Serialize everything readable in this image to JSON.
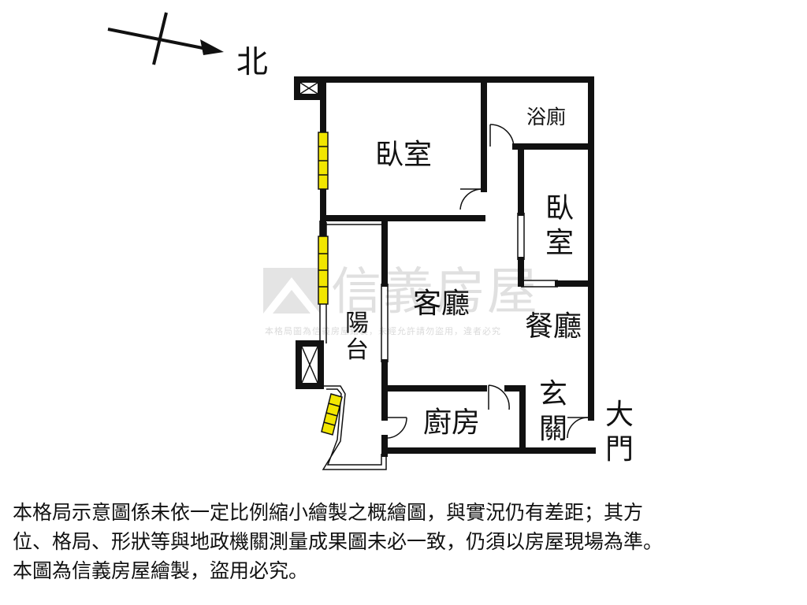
{
  "compass": {
    "label": "北"
  },
  "rooms": {
    "bedroom_1": "臥室",
    "bathroom": "浴廁",
    "bedroom_2_line1": "臥",
    "bedroom_2_line2": "室",
    "living_room": "客廳",
    "dining_room": "餐廳",
    "balcony_line1": "陽",
    "balcony_line2": "台",
    "kitchen": "廚房",
    "foyer_line1": "玄",
    "foyer_line2": "關",
    "main_door_line1": "大",
    "main_door_line2": "門"
  },
  "watermark": {
    "brand": "信義房屋",
    "notice": "本格局圖為信義房屋繪製，未經允許請勿盜用，違者必究",
    "color": "#d6d6d6"
  },
  "colors": {
    "wall": "#111111",
    "window_glass": "#f2e600"
  },
  "disclaimer": {
    "line1": "本格局示意圖係未依一定比例縮小繪製之概繪圖，與實況仍有差距；其方",
    "line2": "位、格局、形狀等與地政機關測量成果圖未必一致，仍須以房屋現場為準。",
    "line3": "本圖為信義房屋繪製，盜用必究。"
  }
}
